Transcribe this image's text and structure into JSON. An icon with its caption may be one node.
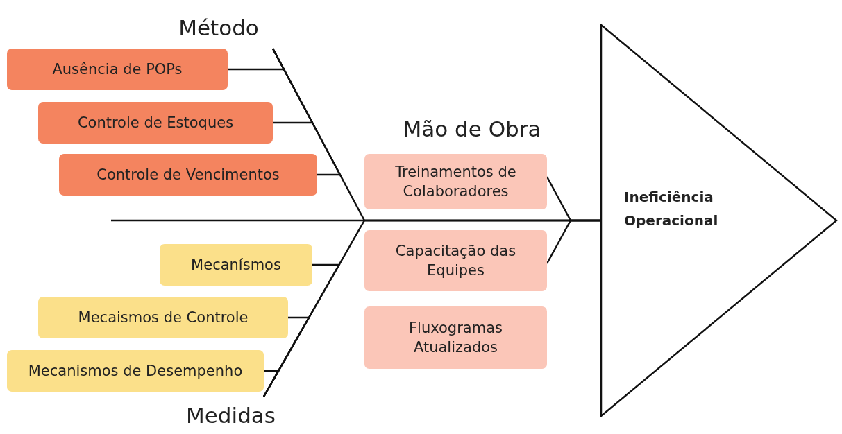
{
  "diagram": {
    "nodes": [
      {
        "text": [
          "Método"
        ]
      },
      {
        "text": [
          "Ausência de POPs"
        ]
      },
      {
        "text": [
          "Controle de Estoques"
        ]
      },
      {
        "text": [
          "Controle de Vencimentos"
        ]
      },
      {
        "text": [
          "Treinamentos de Colaboradores"
        ]
      },
      {
        "text": [
          "Capacitação das Equipes"
        ]
      },
      {
        "text": [
          "Fluxogramas Atualizados"
        ]
      },
      {
        "text": [
          "Ineficiência Operacional"
        ]
      },
      {
        "text": [
          "Mecanísmos"
        ]
      },
      {
        "text": [
          "Mecaismos de Controle"
        ]
      },
      {
        "text": [
          "Mecanismos de Desempenho"
        ]
      },
      {
        "text": [
          "Medidas"
        ]
      }
    ],
    "edges": [
      {
        "from": 1,
        "to": 0,
        "arrow": "none"
      },
      {
        "from": 2,
        "to": 0,
        "arrow": "none"
      },
      {
        "from": 3,
        "to": 0,
        "arrow": "none"
      },
      {
        "from": 8,
        "to": 11,
        "arrow": "none"
      },
      {
        "from": 9,
        "to": 11,
        "arrow": "none"
      },
      {
        "from": 10,
        "to": 11,
        "arrow": "none"
      },
      {
        "from": null,
        "to": 7,
        "arrow": "none"
      },
      {
        "from": 0,
        "to": 7,
        "arrow": "none"
      },
      {
        "from": 11,
        "to": 7,
        "arrow": "none"
      },
      {
        "from": 4,
        "to": 7,
        "arrow": "none"
      },
      {
        "from": 5,
        "to": 7,
        "arrow": "none"
      }
    ],
    "labels": [
      "Mão de Obra"
    ]
  }
}
